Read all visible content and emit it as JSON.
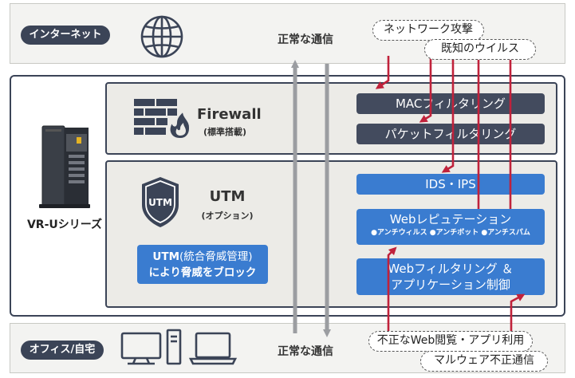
{
  "internet_band": {
    "label": "インターネット"
  },
  "office_band": {
    "label": "オフィス/自宅"
  },
  "traffic": {
    "normal_top": "正常な通信",
    "normal_bottom": "正常な通信"
  },
  "threats_top": [
    "ネットワーク攻撃",
    "既知のウイルス"
  ],
  "threats_bottom": [
    "不正なWeb閲覧・アプリ利用",
    "マルウェア不正通信"
  ],
  "device": {
    "name": "VR-Uシリーズ"
  },
  "firewall": {
    "title": "Firewall",
    "subtitle": "(標準搭載)",
    "filters": [
      "MACフィルタリング",
      "パケットフィルタリング"
    ]
  },
  "utm": {
    "title": "UTM",
    "subtitle": "(オプション)",
    "shield_text": "UTM",
    "description_line1_strong": "UTM",
    "description_line1_rest": "(統合脅威管理)",
    "description_line2": "により脅威をブロック",
    "ids": "IDS・IPS",
    "web_rep": "Webレピュテーション",
    "web_rep_features": "●アンチウィルス ●アンチボット ●アンチスパム",
    "web_filter_line1": "Webフィルタリング ＆",
    "web_filter_line2": "アプリケーション制御"
  },
  "colors": {
    "navy": "#3b4457",
    "blue": "#3a7cd0",
    "red": "#c0223b",
    "orange": "#f08a1c",
    "gray_arrow": "#9b9da1"
  }
}
